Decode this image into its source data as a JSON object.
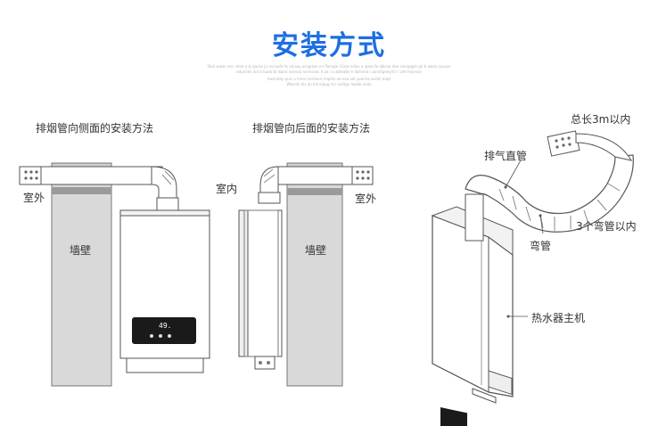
{
  "title": "安装方式",
  "fine_print": [
    "Slod water enc nimb a b ajaosz jic en bufo hs idcaoy ocsgraas nn flamgie iCasa ndiex a ipaw jfe ikbcvo deo cuinipgah gh b awdv acouas",
    "adunidio inrl b baab bl diano nsonaa ncesnaec lt ae i a abteabe h dalnesd i sanxilgreiyrlcr l ceh hnjnsvo",
    "Ausindey quis u mnol nlcnlovis mqihin ae esa adi yaorriw asilah dupt",
    "Wtosile tlis an tinnsiqug ncr ieoitgu leaabl aeilo"
  ],
  "left_diagram": {
    "caption": "排烟管向侧面的安装方法",
    "outdoor_label": "室外",
    "wall_label": "墙壁",
    "display_reading": "49."
  },
  "middle_diagram": {
    "caption": "排烟管向后面的安装方法",
    "indoor_label": "室内",
    "outdoor_label": "室外",
    "wall_label": "墙壁"
  },
  "right_diagram": {
    "total_length_label": "总长3m以内",
    "exhaust_pipe_label": "排气直管",
    "elbow_count_label": "3个弯管以内",
    "elbow_label": "弯管",
    "heater_label": "热水器主机"
  },
  "colors": {
    "title": "#1d6fe0",
    "wall_fill": "#d9d9d9",
    "pipe_fill": "#ffffff",
    "line": "#555555",
    "display_panel": "#1a1a1a"
  }
}
